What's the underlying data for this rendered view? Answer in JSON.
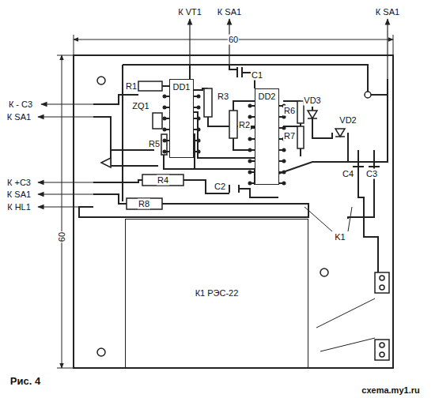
{
  "diagram": {
    "caption": "Рис. 4",
    "nodes": [
      {
        "text": [
          "DD1"
        ]
      },
      {
        "text": [
          "DD2"
        ]
      },
      {
        "text": [
          "К1 РЭС-22"
        ]
      }
    ],
    "labels": [
      "К VT1",
      "К SA1",
      "60",
      "К SA1",
      "К - С3",
      "К SA1",
      "К +С3",
      "К SA1",
      "К HL1",
      "60",
      "R1",
      "C1",
      "R3",
      "R2",
      "ZQ1",
      "R5",
      "R4",
      "C2",
      "VD3",
      "R6",
      "R7",
      "VD2",
      "C4",
      "C3",
      "R8",
      "K1",
      "cxema.my1.ru"
    ]
  }
}
